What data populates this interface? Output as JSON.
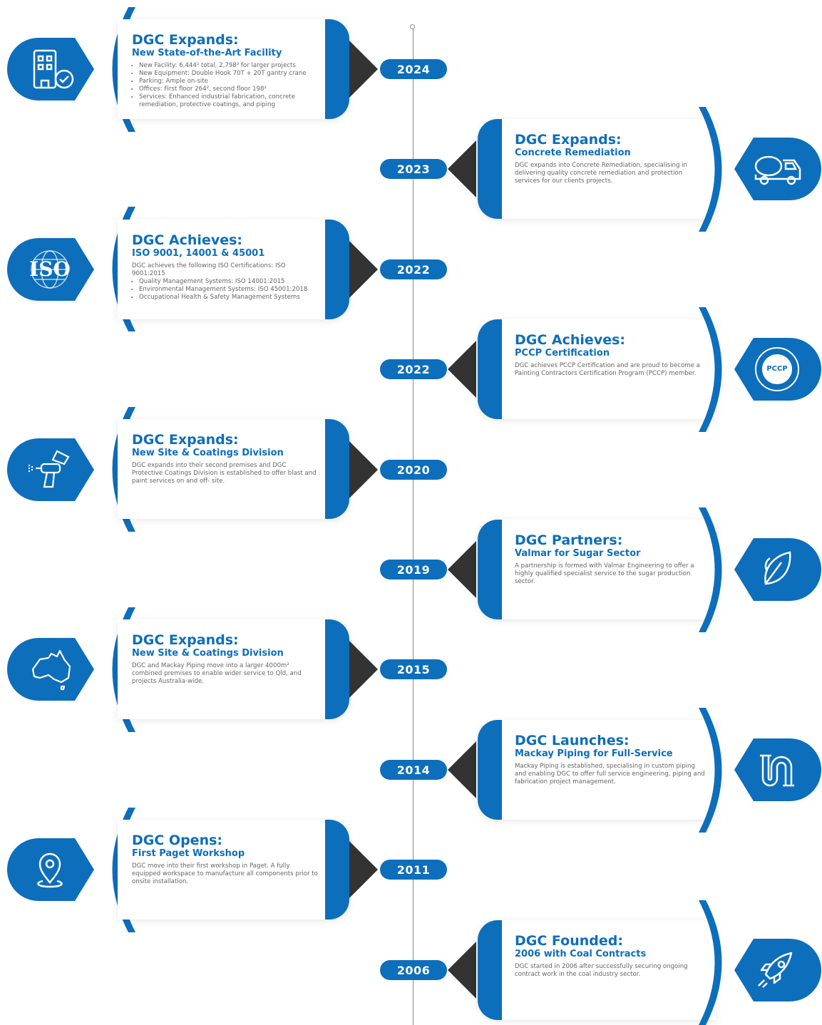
{
  "colors": {
    "brand_blue": "#0d6ebc",
    "arrow_dark": "#333333",
    "text_grey": "#666666"
  },
  "milestones": [
    {
      "year": "2024",
      "title": "DGC Expands:",
      "subtitle": "New State-of-the-Art Facility",
      "icon": "building-check-icon",
      "bullets": [
        "New Facility: 6,444² total, 2,798² for larger projects",
        "New Equipment: Double Hook 70T + 20T gantry crane",
        "Parking: Ample on-site",
        "Offices: First floor 264², second floor 198²",
        "Services: Enhanced industrial fabrication, concrete remediation, protective coatings, and piping"
      ]
    },
    {
      "year": "2023",
      "title": "DGC Expands:",
      "subtitle": "Concrete Remediation",
      "icon": "concrete-mixer-truck-icon",
      "desc": "DGC expands into Concrete Remediation, specialising in delivering quality concrete remediation and protection services for our clients projects."
    },
    {
      "year": "2022",
      "title": "DGC Achieves:",
      "subtitle": "ISO 9001, 14001 & 45001",
      "icon": "iso-globe-icon",
      "desc": "DGC achieves the following ISO Certifications: ISO 9001:2015",
      "bullets": [
        "Quality Management Systems: ISO 14001:2015",
        "Environmental Management Systems: ISO 45001:2018",
        "Occupational Health & Safety Management Systems"
      ]
    },
    {
      "year": "2022",
      "title": "DGC Achieves:",
      "subtitle": "PCCP Certification",
      "icon": "pccp-seal-icon",
      "desc": "DGC achieves PCCP Certification and are proud to become a Painting Contractors Certification Program (PCCP) member."
    },
    {
      "year": "2020",
      "title": "DGC Expands:",
      "subtitle": "New Site & Coatings Division",
      "icon": "spray-gun-icon",
      "desc": "DGC expands into their second premises and DGC Protective Coatings Division is established to offer blast and paint services on and off- site."
    },
    {
      "year": "2019",
      "title": "DGC Partners:",
      "subtitle": "Valmar for Sugar Sector",
      "icon": "leaf-icon",
      "desc": "A partnership is formed with Valmar Engineering to offer a highly qualified specialist service to the sugar production sector."
    },
    {
      "year": "2015",
      "title": "DGC Expands:",
      "subtitle": "New Site & Coatings Division",
      "icon": "australia-map-icon",
      "desc": "DGC and Mackay Piping move into a larger 4000m² combined premises to enable wider service to Qld, and projects Australia-wide."
    },
    {
      "year": "2014",
      "title": "DGC Launches:",
      "subtitle": "Mackay Piping for Full-Service",
      "icon": "pipe-icon",
      "desc": "Mackay Piping is established, specialising in custom piping and enabling DGC to offer full service engineering, piping and fabrication project management."
    },
    {
      "year": "2011",
      "title": "DGC Opens:",
      "subtitle": "First Paget Workshop",
      "icon": "location-pin-icon",
      "desc": "DGC move into their first workshop in Paget. A fully equipped workspace to manufacture all components prior to onsite installation."
    },
    {
      "year": "2006",
      "title": "DGC Founded:",
      "subtitle": "2006 with Coal Contracts",
      "icon": "rocket-icon",
      "desc": "DGC started in 2006 after successfully securing ongoing contract work in the coal industry sector."
    }
  ],
  "icon_texts": {
    "iso": "ISO",
    "pccp": "PCCP"
  }
}
